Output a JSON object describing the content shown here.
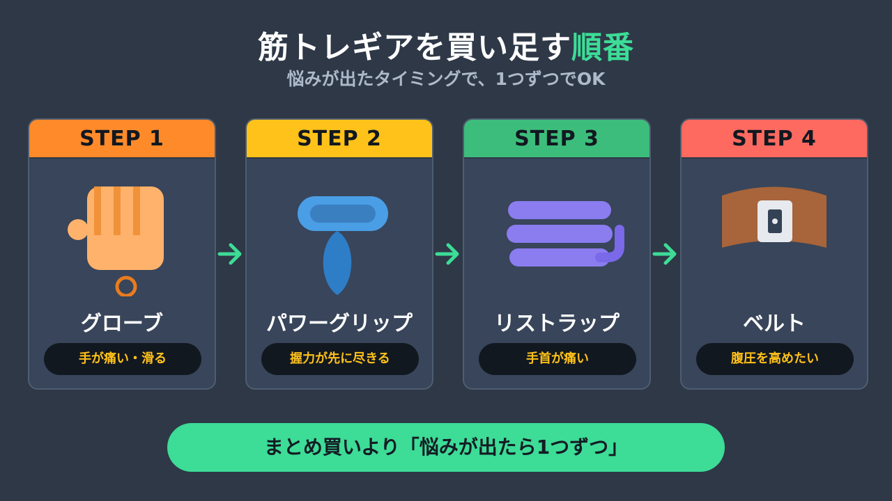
{
  "title": {
    "main": "筋トレギアを買い足す",
    "accent": "順番",
    "accent_color": "#3ddc97"
  },
  "subtitle": "悩みが出たタイミングで、1つずつでOK",
  "steps": [
    {
      "label": "STEP 1",
      "name": "グローブ",
      "trouble": "手が痛い・滑る",
      "icon": "glove-icon",
      "color": "#ff8a2a"
    },
    {
      "label": "STEP 2",
      "name": "パワーグリップ",
      "trouble": "握力が先に尽きる",
      "icon": "power-grip-icon",
      "color": "#ffc21a"
    },
    {
      "label": "STEP 3",
      "name": "リストラップ",
      "trouble": "手首が痛い",
      "icon": "wrist-wrap-icon",
      "color": "#3dbd7b"
    },
    {
      "label": "STEP 4",
      "name": "ベルト",
      "trouble": "腹圧を高めたい",
      "icon": "belt-icon",
      "color": "#ff6a60"
    }
  ],
  "arrow_icon": "arrow-right-icon",
  "banner": "まとめ買いより「悩みが出たら1つずつ」"
}
